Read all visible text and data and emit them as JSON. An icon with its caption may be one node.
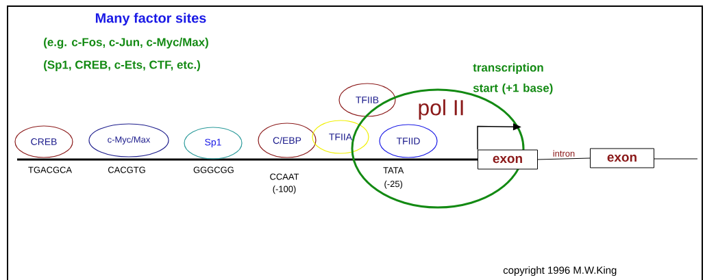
{
  "diagram": {
    "title": "Many factor sites",
    "nodes": [
      {
        "text": [
          "CREB"
        ],
        "beside": [
          "TGACGCA"
        ]
      },
      {
        "text": [
          "c-Myc/Max"
        ],
        "beside": [
          "CACGTG"
        ]
      },
      {
        "text": [
          "Sp1"
        ],
        "beside": [
          "GGGCGG"
        ]
      },
      {
        "text": [
          "C/EBP"
        ],
        "beside": [
          "CCAAT (-100)"
        ]
      },
      {
        "text": [
          "TFIIB"
        ]
      },
      {
        "text": [
          "TFIIA"
        ]
      },
      {
        "text": [
          "TFIID"
        ],
        "in": 7
      },
      {
        "text": [
          "pol II"
        ]
      },
      {
        "text": [
          "exon"
        ]
      },
      {
        "text": [
          "exon"
        ]
      }
    ],
    "edges": [
      {
        "from": 8,
        "to": 9,
        "arrow": "none",
        "label": "intron"
      },
      {
        "from": 8,
        "to": 7,
        "arrow": "to"
      }
    ],
    "labels": [
      "TATA (-25)",
      "(e.g. c-Fos, c-Jun, c-Myc/Max)",
      "(Sp1, CREB, c-Ets, CTF, etc.)",
      "transcription start (+1 base)",
      "copyright 1996 M.W.King"
    ]
  }
}
